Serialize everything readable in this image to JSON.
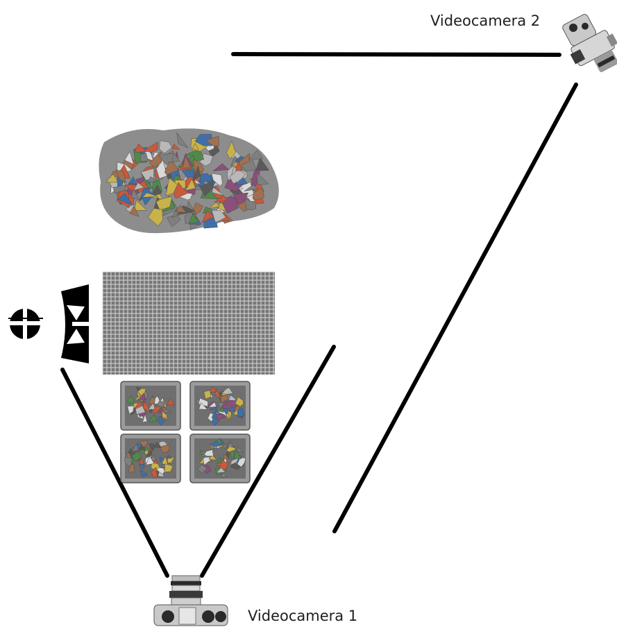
{
  "labels": {
    "camera_2": "Videocamera 2",
    "camera_1": "Videocamera 1"
  },
  "colors": {
    "background": "#ffffff",
    "line": "#000000",
    "grid_fill": "#777777",
    "grid_line": "#d8d8d8",
    "camera_body": "#c9c9c9",
    "camera_dark": "#2a2a2a",
    "scrap_palette": [
      "#7f7f7f",
      "#b9b9b9",
      "#5a5a5a",
      "#c85a3c",
      "#3f6fa8",
      "#c9b24a",
      "#4f8a4a",
      "#d9d9d9",
      "#8a4f7a",
      "#a07050"
    ]
  },
  "icons": [
    "video-camera-icon",
    "lamp-icon",
    "scrap-metal-image",
    "grid-image",
    "scrap-thumbnail-image"
  ]
}
